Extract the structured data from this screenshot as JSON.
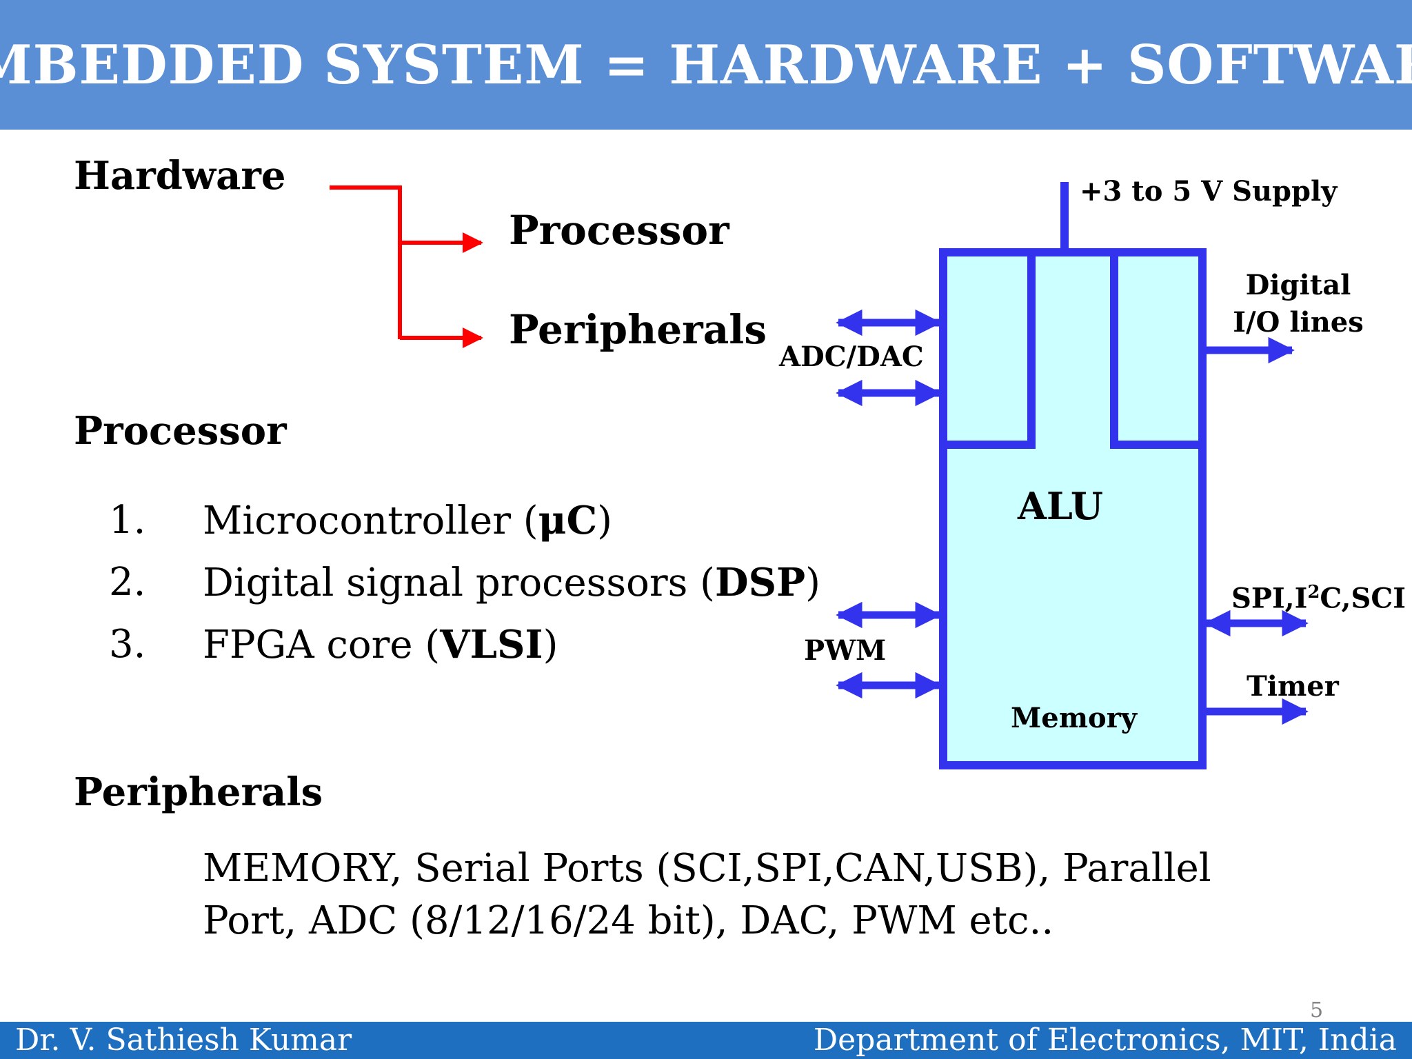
{
  "header": {
    "title": "EMBEDDED SYSTEM = HARDWARE + SOFTWARE"
  },
  "hardware": {
    "heading": "Hardware",
    "branches": [
      "Processor",
      "Peripherals"
    ]
  },
  "processor": {
    "heading": "Processor",
    "items": [
      {
        "num": "1.",
        "text": "Microcontroller (",
        "bold": "μC",
        "suffix": ")"
      },
      {
        "num": "2.",
        "text": "Digital signal processors (",
        "bold": "DSP",
        "suffix": ")"
      },
      {
        "num": "3.",
        "text": "FPGA core (",
        "bold": "VLSI",
        "suffix": ")"
      }
    ]
  },
  "peripherals": {
    "heading": "Peripherals",
    "line1": "MEMORY, Serial Ports (SCI,SPI,CAN,USB), Parallel",
    "line2": "Port, ADC (8/12/16/24 bit), DAC, PWM etc.."
  },
  "diagram": {
    "supply": "+3 to 5 V Supply",
    "digital_io_line1": "Digital",
    "digital_io_line2": "I/O lines",
    "adc_dac": "ADC/DAC",
    "alu": "ALU",
    "spi_pre": "SPI,I",
    "spi_sup": "2",
    "spi_post": "C,SCI",
    "pwm": "PWM",
    "timer": "Timer",
    "memory": "Memory",
    "colors": {
      "block_fill": "#ccffff",
      "block_stroke": "#3333ee",
      "tree_arrows": "#ff0000"
    }
  },
  "footer": {
    "author": "Dr. V. Sathiesh Kumar",
    "department": "Department of Electronics, MIT, India"
  },
  "page_number": "5"
}
